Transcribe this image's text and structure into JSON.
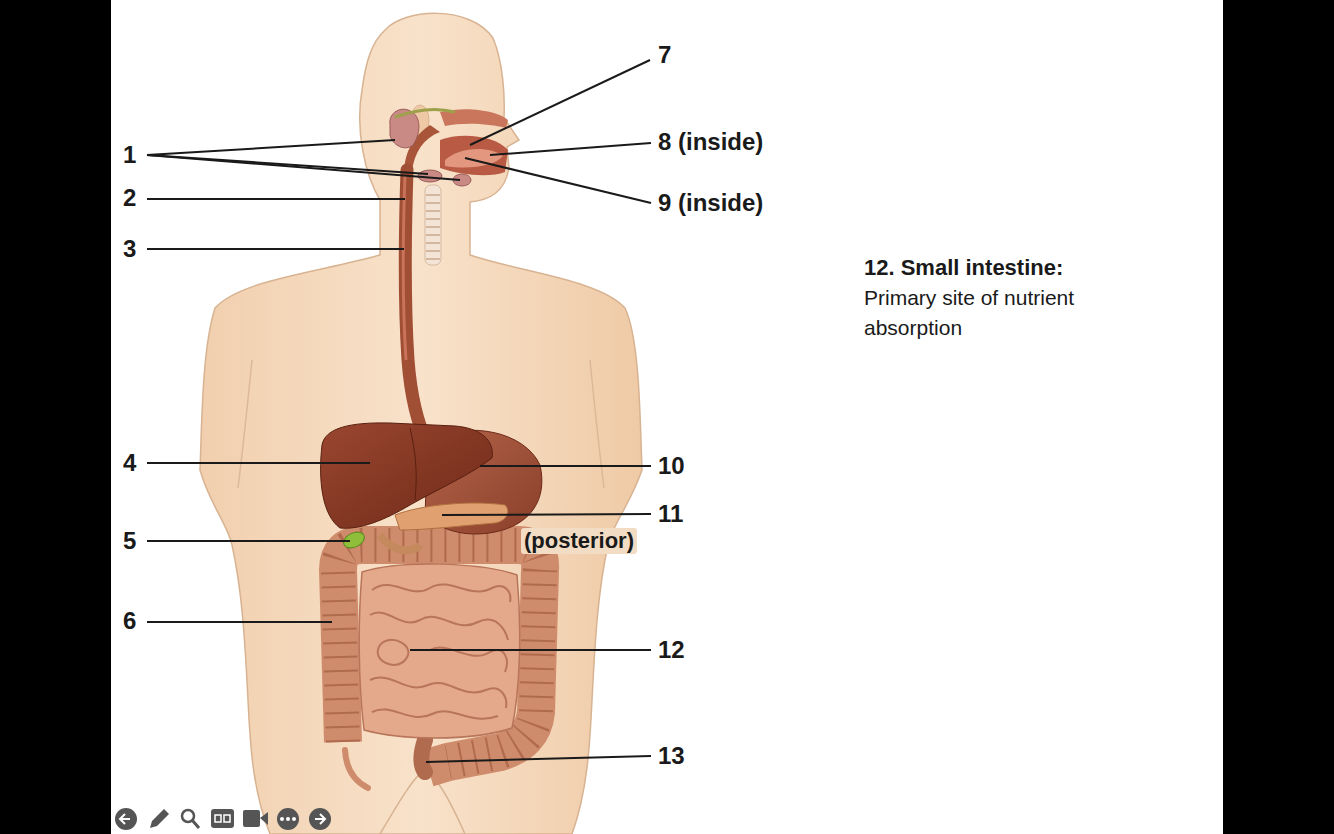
{
  "diagram": {
    "labels": [
      "7",
      "1",
      "8 (inside)",
      "2",
      "9 (inside)",
      "3",
      "12. Small intestine:",
      "Primary site of nutrient absorption",
      "4",
      "10",
      "11",
      "5",
      "(posterior)",
      "6",
      "12",
      "13"
    ]
  }
}
